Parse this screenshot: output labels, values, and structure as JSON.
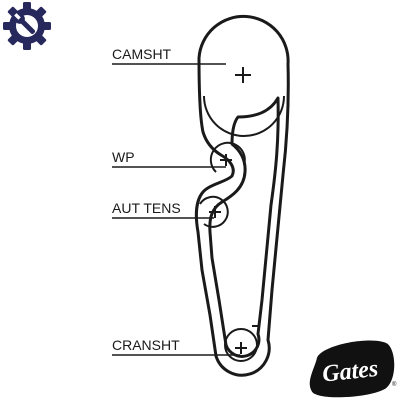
{
  "labels": {
    "camshaft": "CAMSHT",
    "water_pump": "WP",
    "auto_tensioner": "AUT TENS",
    "crankshaft": "CRANSHT"
  },
  "brand": {
    "name": "Gates",
    "registered_mark": "®"
  },
  "colors": {
    "belt": "#1a1a1a",
    "logo_badge": "#27285c",
    "background": "#ffffff"
  },
  "icons": {
    "corner_logo": "gear-wrench-icon",
    "pulley_center": "plus-icon"
  }
}
